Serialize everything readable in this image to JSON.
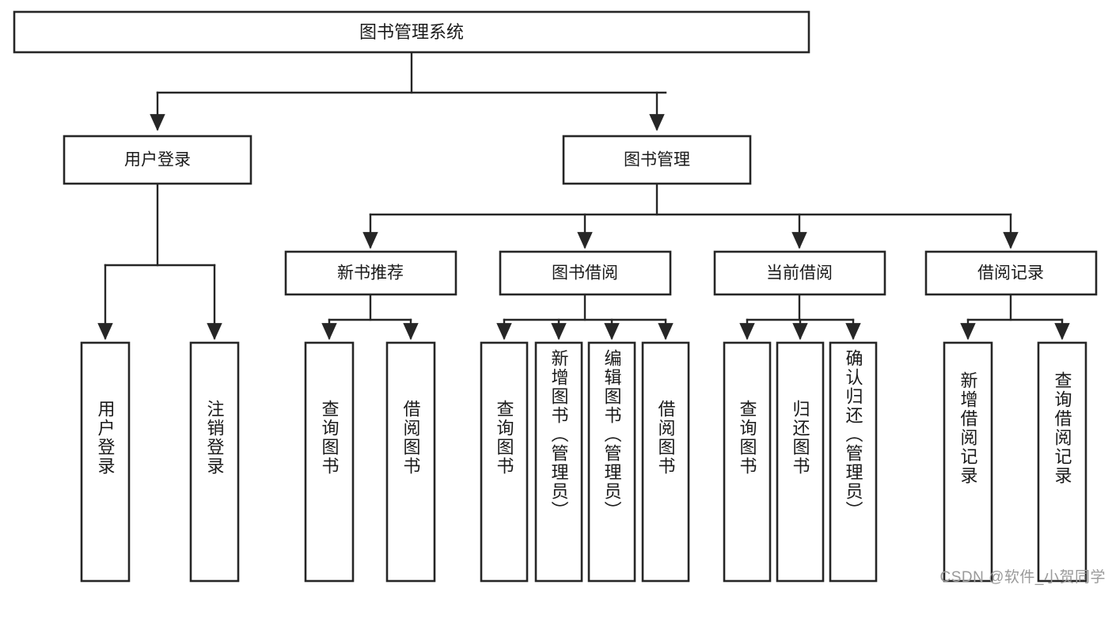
{
  "diagram": {
    "title": "图书管理系统",
    "type": "hierarchy-tree",
    "root": {
      "id": "root",
      "label": "图书管理系统",
      "level": 0
    },
    "level1": [
      {
        "id": "user-login",
        "label": "用户登录"
      },
      {
        "id": "book-management",
        "label": "图书管理"
      }
    ],
    "level2": [
      {
        "id": "new-book-recommend",
        "label": "新书推荐",
        "parent": "book-management"
      },
      {
        "id": "book-borrow",
        "label": "图书借阅",
        "parent": "book-management"
      },
      {
        "id": "current-borrow",
        "label": "当前借阅",
        "parent": "book-management"
      },
      {
        "id": "borrow-record",
        "label": "借阅记录",
        "parent": "book-management"
      }
    ],
    "leaves": {
      "user-login": [
        {
          "id": "leaf-user-login",
          "label": "用户登录"
        },
        {
          "id": "leaf-logout-login",
          "label": "注销登录"
        }
      ],
      "new-book-recommend": [
        {
          "id": "leaf-query-book-1",
          "label": "查询图书"
        },
        {
          "id": "leaf-borrow-book-1",
          "label": "借阅图书"
        }
      ],
      "book-borrow": [
        {
          "id": "leaf-query-book-2",
          "label": "查询图书"
        },
        {
          "id": "leaf-add-book",
          "label": "新增图书（管理员）"
        },
        {
          "id": "leaf-edit-book",
          "label": "编辑图书（管理员）"
        },
        {
          "id": "leaf-borrow-book-2",
          "label": "借阅图书"
        }
      ],
      "current-borrow": [
        {
          "id": "leaf-query-book-3",
          "label": "查询图书"
        },
        {
          "id": "leaf-return-book",
          "label": "归还图书"
        },
        {
          "id": "leaf-confirm-return",
          "label": "确认归还（管理员）"
        }
      ],
      "borrow-record": [
        {
          "id": "leaf-add-record",
          "label": "新增借阅记录"
        },
        {
          "id": "leaf-query-record",
          "label": "查询借阅记录"
        }
      ]
    }
  },
  "watermark": {
    "text": "CSDN @软件_小贺同学"
  },
  "colors": {
    "stroke": "#262626",
    "box_fill": "#ffffff",
    "text": "#1a1a1a",
    "watermark": "#9a9a9a",
    "background": "#ffffff"
  }
}
